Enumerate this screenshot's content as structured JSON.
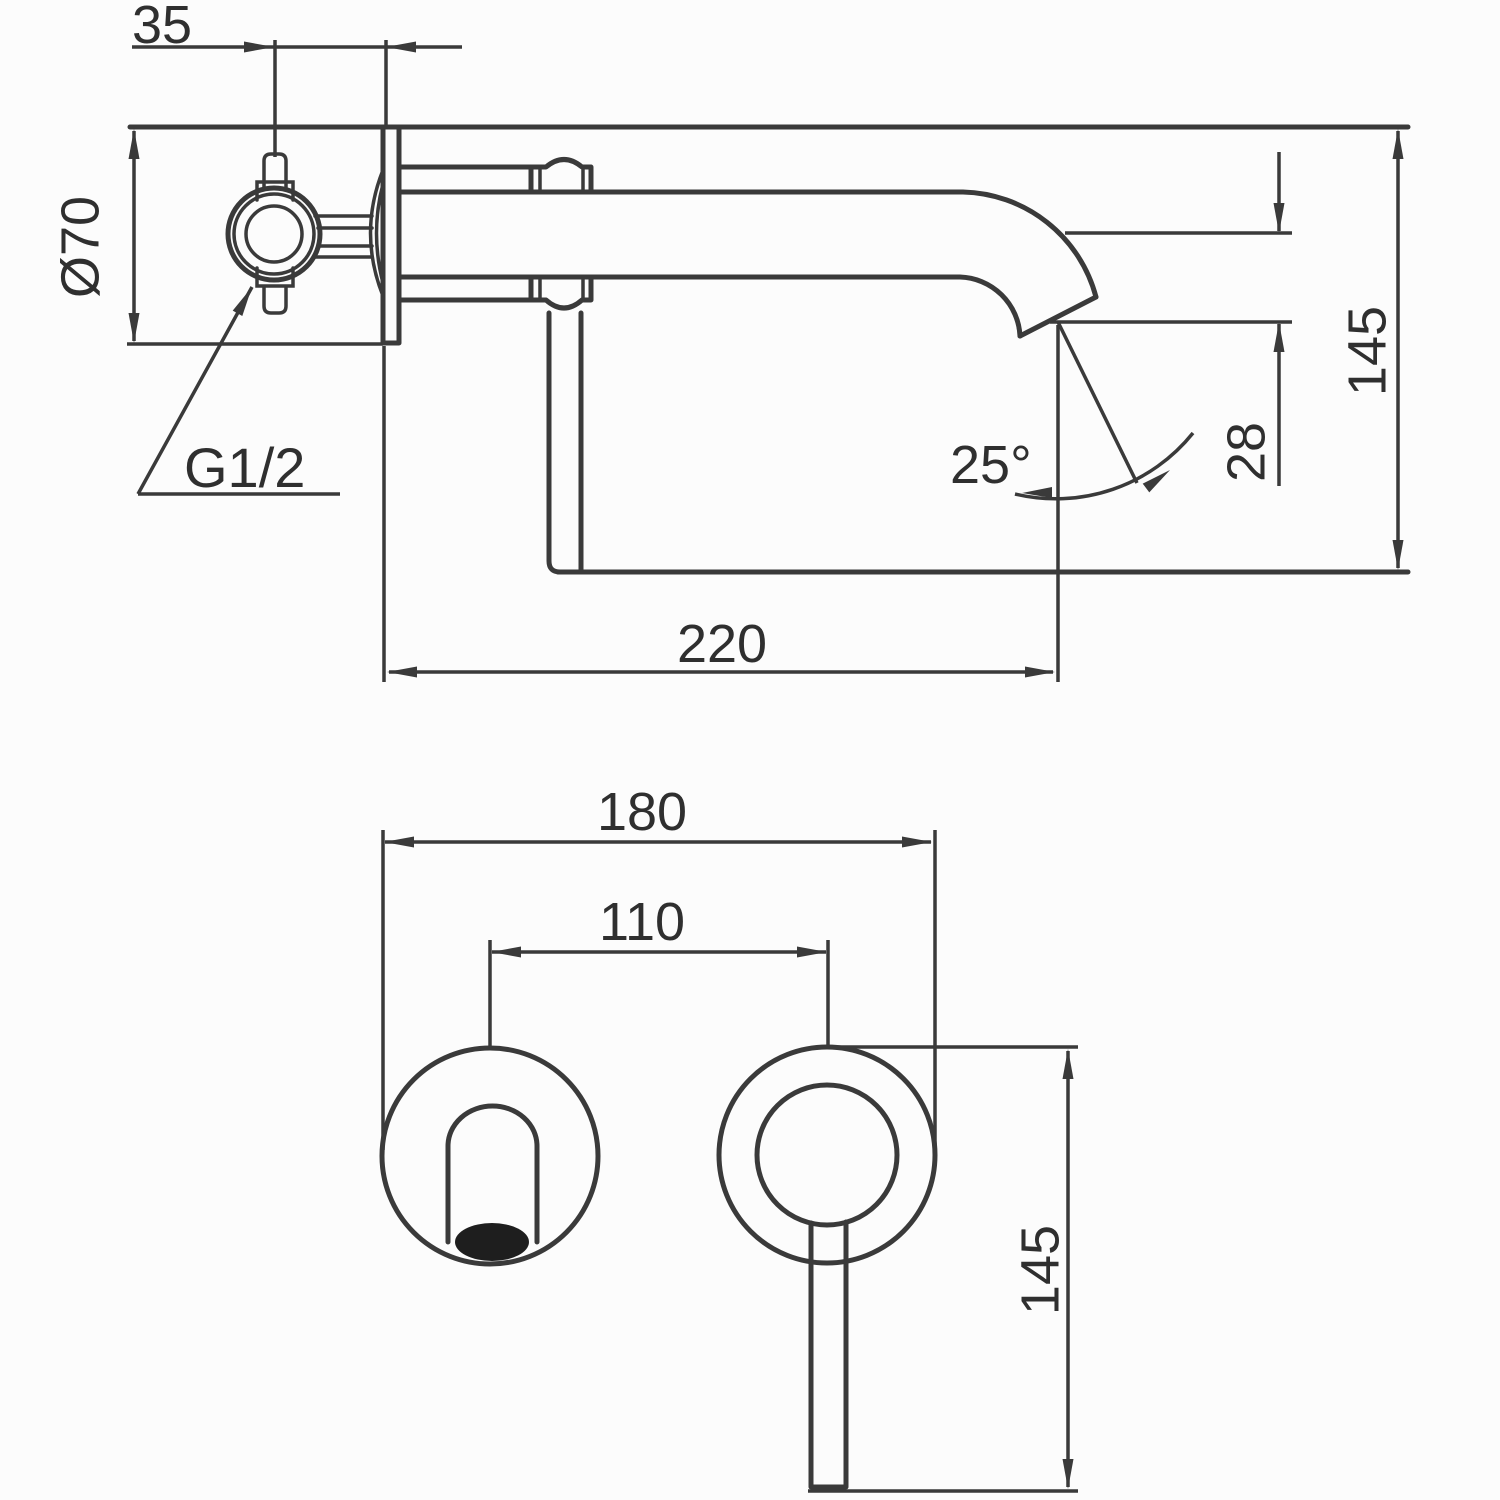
{
  "title": "Wall-mounted basin mixer installation dimension drawing",
  "colors": {
    "background": "#fcfcfc",
    "line": "#3a3a3a",
    "text": "#2f2f2f",
    "outlet_fill": "#1e1e1e"
  },
  "top_view": {
    "handle_offset": "35",
    "escutcheon_diameter": "Ø70",
    "thread_size": "G1/2",
    "spout_angle": "25°",
    "outlet_height": "28",
    "wall_height": "145",
    "spout_reach": "220"
  },
  "front_view": {
    "overall_width": "180",
    "center_distance": "110",
    "lever_drop": "145"
  }
}
